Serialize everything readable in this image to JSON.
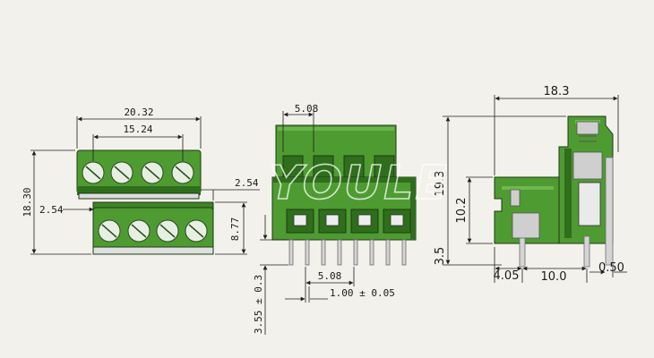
{
  "watermark": "YOULE",
  "front_view": {
    "dim_total_width": "20.32",
    "dim_pitch_top": "15.24",
    "dim_height": "18.30",
    "dim_offset_left": "2.54",
    "dim_offset_right": "2.54",
    "dim_lower_height": "8.77"
  },
  "side_view": {
    "dim_pitch": "5.08",
    "dim_pin_pitch": "5.08",
    "dim_pin_size": "1.00 ± 0.05",
    "dim_pin_length": "3.55 ± 0.3"
  },
  "profile_view": {
    "dim_depth": "18.3",
    "dim_total_height": "19.3",
    "dim_mid_height": "10.2",
    "dim_pin_height": "3.5",
    "dim_left": "4.05",
    "dim_pin_spacing": "10.0",
    "dim_pin_thickness": "0.50"
  }
}
